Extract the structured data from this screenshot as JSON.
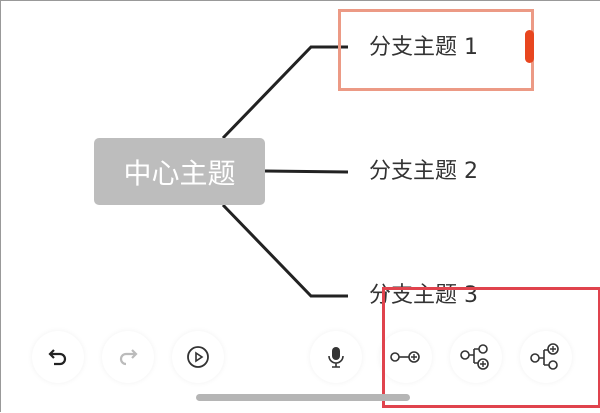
{
  "mindmap": {
    "central_topic": "中心主题",
    "branches": [
      {
        "label": "分支主题 1",
        "selected": true
      },
      {
        "label": "分支主题 2",
        "selected": false
      },
      {
        "label": "分支主题 3",
        "selected": false
      }
    ]
  },
  "toolbar": {
    "buttons": [
      {
        "icon": "undo-icon",
        "enabled": true
      },
      {
        "icon": "redo-icon",
        "enabled": false
      },
      {
        "icon": "play-icon",
        "enabled": true
      },
      {
        "icon": "microphone-icon",
        "enabled": true
      },
      {
        "icon": "add-sibling-topic-icon",
        "enabled": true
      },
      {
        "icon": "add-subtopic-icon",
        "enabled": true
      },
      {
        "icon": "add-parent-topic-icon",
        "enabled": true
      }
    ]
  },
  "colors": {
    "selection": "#ec9a85",
    "handle": "#e8461f",
    "highlight": "#e0434d",
    "central_fill": "#bdbdbd"
  }
}
